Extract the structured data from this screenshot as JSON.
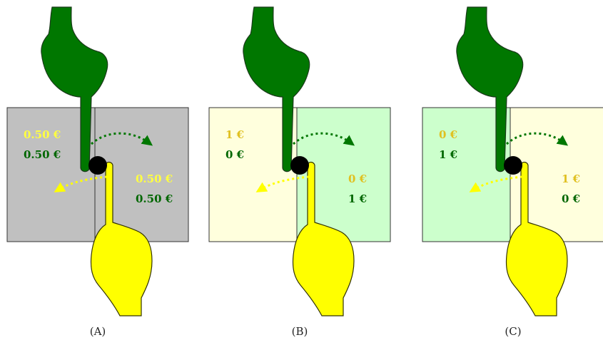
{
  "colors": {
    "gray_panel": "#c0c0c0",
    "pale_yellow_panel": "#ffffdd",
    "pale_green_panel": "#ccffcc",
    "green_hand": "#007700",
    "yellow_hand": "#ffff00",
    "green_text": "#006600",
    "gold_text": "#e0c020",
    "light_yellow_text": "#ffff40",
    "bright_green_text": "#66ff33",
    "contact_dot": "#000000"
  },
  "icons": {
    "top_hand": "green-pointing-hand-icon",
    "bottom_hand": "yellow-pointing-hand-icon",
    "contact": "contact-point-icon",
    "arrow_right": "dotted-curved-arrow-right-icon",
    "arrow_left": "dotted-curved-arrow-left-icon"
  },
  "panels": [
    {
      "caption": "(A)",
      "left_fill": "#c0c0c0",
      "right_fill": "#c0c0c0",
      "left_top": "0.50 €",
      "left_bottom": "0.50 €",
      "right_top": "0.50 €",
      "right_bottom": "0.50 €",
      "left_top_color": "#ffff40",
      "left_bottom_color": "#006600",
      "right_top_color": "#ffff40",
      "right_bottom_color": "#006600"
    },
    {
      "caption": "(B)",
      "left_fill": "#ffffdd",
      "right_fill": "#ccffcc",
      "left_top": "1 €",
      "left_bottom": "0 €",
      "right_top": "0 €",
      "right_bottom": "1 €",
      "left_top_color": "#e0c020",
      "left_bottom_color": "#006600",
      "right_top_color": "#e0c020",
      "right_bottom_color": "#006600"
    },
    {
      "caption": "(C)",
      "left_fill": "#ccffcc",
      "right_fill": "#ffffdd",
      "left_top": "0 €",
      "left_bottom": "1 €",
      "right_top": "1 €",
      "right_bottom": "0 €",
      "left_top_color": "#e0c020",
      "left_bottom_color": "#006600",
      "right_top_color": "#e0c020",
      "right_bottom_color": "#006600"
    }
  ]
}
